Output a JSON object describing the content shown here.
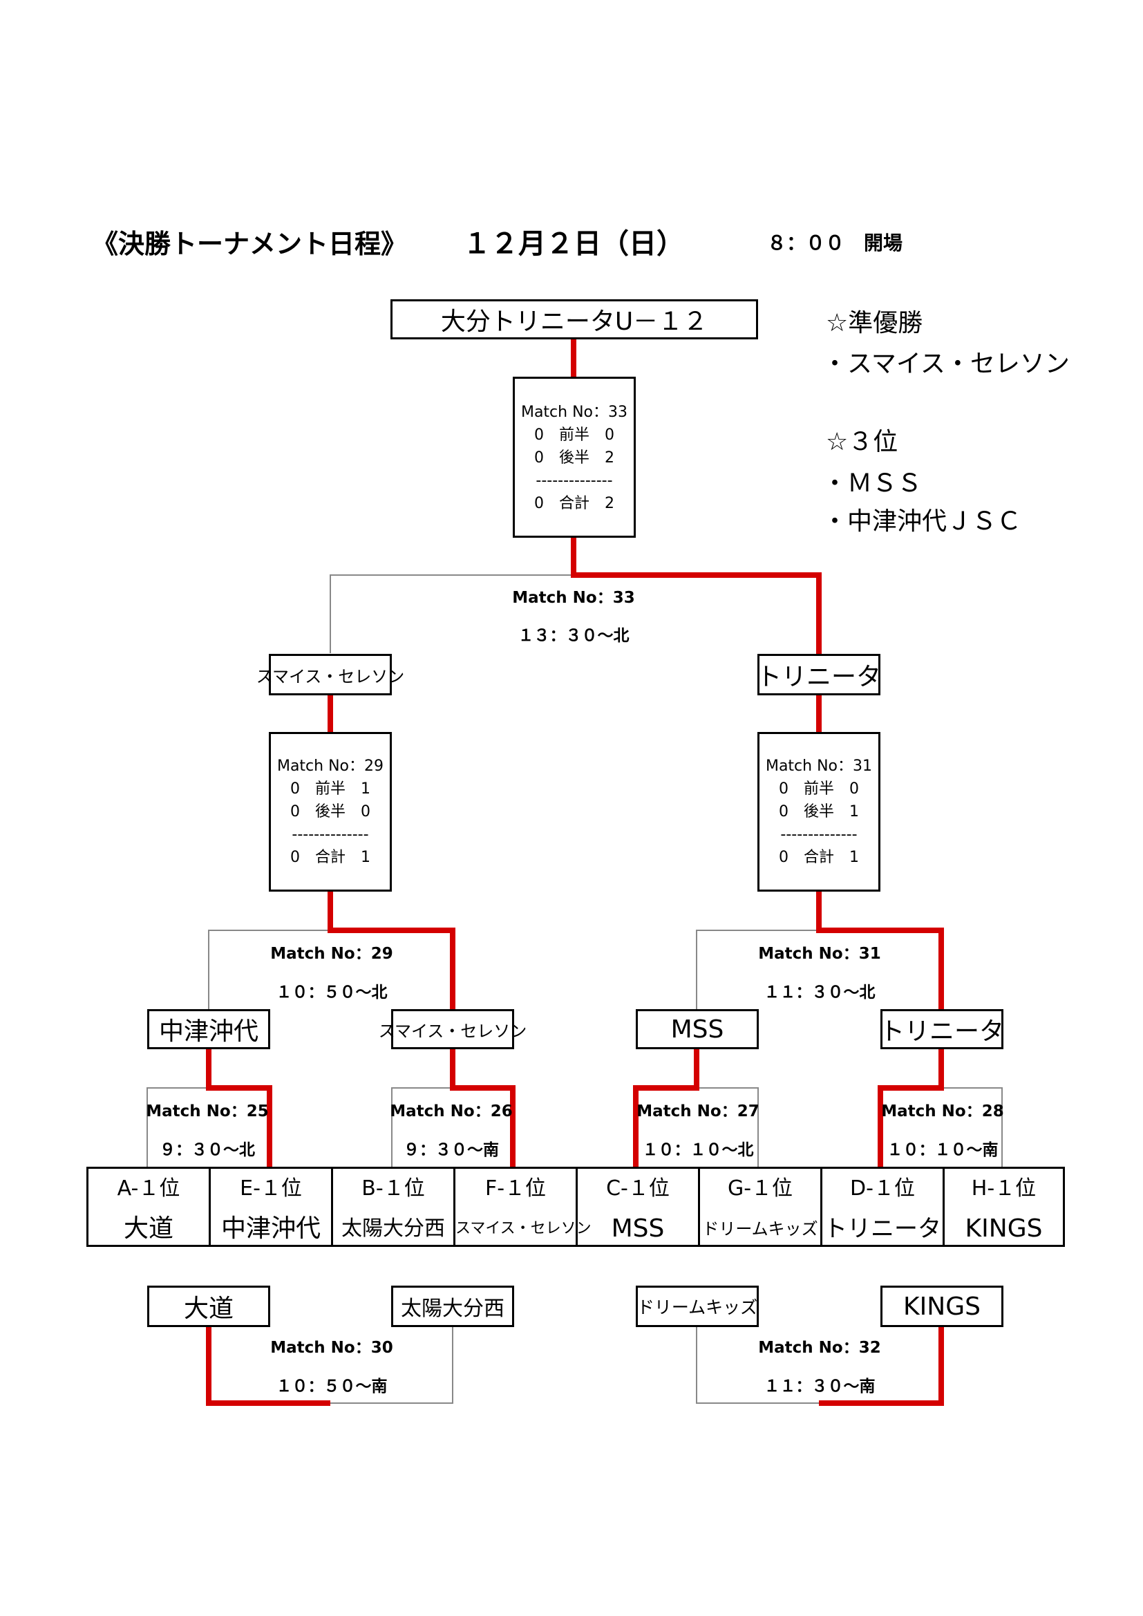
{
  "header": {
    "title": "《決勝トーナメント日程》",
    "date": "１２月２日（日）",
    "time": "８：００　開場"
  },
  "champion": "大分トリニータU－１２",
  "awards": {
    "runner_up_heading": "☆準優勝",
    "runner_up": "・スマイス・セレソン",
    "third_heading": "☆３位",
    "third_1": "・ＭＳＳ",
    "third_2": "・中津沖代ＪＳＣ"
  },
  "scores": {
    "m33": {
      "title": "Match No：33",
      "first": "0　前半　0",
      "second": "0　後半　2",
      "sep": "--------------",
      "total": "0　合計　2"
    },
    "m29": {
      "title": "Match No：29",
      "first": "0　前半　1",
      "second": "0　後半　0",
      "sep": "--------------",
      "total": "0　合計　1"
    },
    "m31": {
      "title": "Match No：31",
      "first": "0　前半　0",
      "second": "0　後半　1",
      "sep": "--------------",
      "total": "0　合計　1"
    }
  },
  "labels": {
    "m33": {
      "no": "Match No：33",
      "time": "１３：３０～北"
    },
    "m29": {
      "no": "Match No：29",
      "time": "１０：５０～北"
    },
    "m31": {
      "no": "Match No：31",
      "time": "１１：３０～北"
    },
    "m25": {
      "no": "Match No：25",
      "time": "９：３０～北"
    },
    "m26": {
      "no": "Match No：26",
      "time": "９：３０～南"
    },
    "m27": {
      "no": "Match No：27",
      "time": "１０：１０～北"
    },
    "m28": {
      "no": "Match No：28",
      "time": "１０：１０～南"
    },
    "m30": {
      "no": "Match No：30",
      "time": "１０：５０～南"
    },
    "m32": {
      "no": "Match No：32",
      "time": "１１：３０～南"
    }
  },
  "finalists": {
    "left": "スマイス・セレソン",
    "right": "トリニータ"
  },
  "semifinalists": {
    "a": "中津沖代",
    "b": "スマイス・セレソン",
    "c": "MSS",
    "d": "トリニータ"
  },
  "teams": [
    {
      "pos": "A-１位",
      "name": "大道"
    },
    {
      "pos": "E-１位",
      "name": "中津沖代"
    },
    {
      "pos": "B-１位",
      "name": "太陽大分西"
    },
    {
      "pos": "F-１位",
      "name": "スマイス・セレソン"
    },
    {
      "pos": "C-１位",
      "name": "MSS"
    },
    {
      "pos": "G-１位",
      "name": "ドリームキッズ"
    },
    {
      "pos": "D-１位",
      "name": "トリニータ"
    },
    {
      "pos": "H-１位",
      "name": "KINGS"
    }
  ],
  "placement": {
    "a": "大道",
    "b": "太陽大分西",
    "c": "ドリームキッズ",
    "d": "KINGS"
  },
  "colors": {
    "winner_line": "#d40000",
    "line": "#888888",
    "border": "#000000"
  }
}
